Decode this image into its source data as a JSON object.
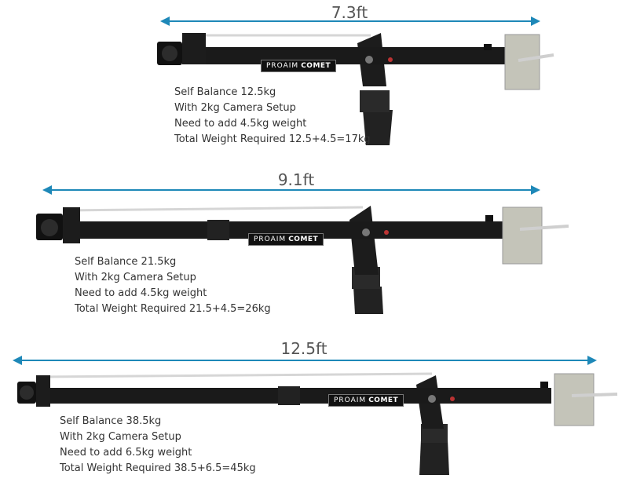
{
  "brand": {
    "name": "PROAIM",
    "model": "COMET"
  },
  "colors": {
    "dimension_arrow": "#1e88b8",
    "arm": "#1a1a1a",
    "cradle": "#c4c4b9",
    "rod": "#d9d9d9"
  },
  "configs": [
    {
      "length_label": "7.3ft",
      "notes": [
        "Self Balance 12.5kg",
        "With 2kg Camera Setup",
        "Need to add 4.5kg weight",
        "Total Weight Required 12.5+4.5=17kg"
      ]
    },
    {
      "length_label": "9.1ft",
      "notes": [
        "Self Balance 21.5kg",
        "With 2kg Camera Setup",
        "Need to add 4.5kg weight",
        "Total Weight Required  21.5+4.5=26kg"
      ]
    },
    {
      "length_label": "12.5ft",
      "notes": [
        "Self Balance 38.5kg",
        "With 2kg Camera Setup",
        "Need to add 6.5kg weight",
        "Total Weight Required 38.5+6.5=45kg"
      ]
    }
  ]
}
